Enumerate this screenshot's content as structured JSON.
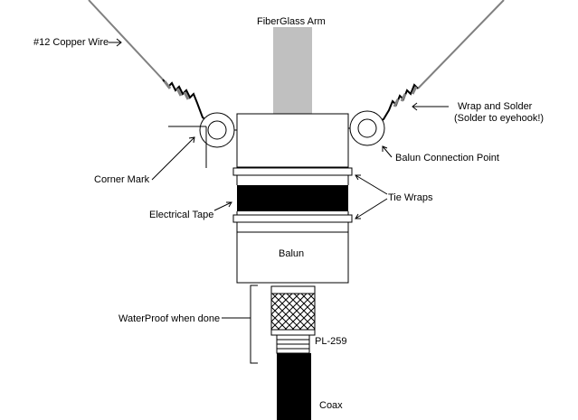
{
  "labels": {
    "fiberglass_arm": "FiberGlass Arm",
    "copper_wire": "#12 Copper Wire",
    "wrap_solder": "Wrap and Solder",
    "solder_eyehook": "(Solder to eyehook!)",
    "balun_connection": "Balun Connection Point",
    "corner_mark": "Corner Mark",
    "tie_wraps": "Tie Wraps",
    "electrical_tape": "Electrical Tape",
    "balun": "Balun",
    "waterproof": "WaterProof when done",
    "pl259": "PL-259",
    "coax": "Coax"
  },
  "colors": {
    "arm": "#c0c0c0",
    "wire": "#808080",
    "tape": "#000000",
    "coax": "#000000",
    "background": "#ffffff"
  }
}
